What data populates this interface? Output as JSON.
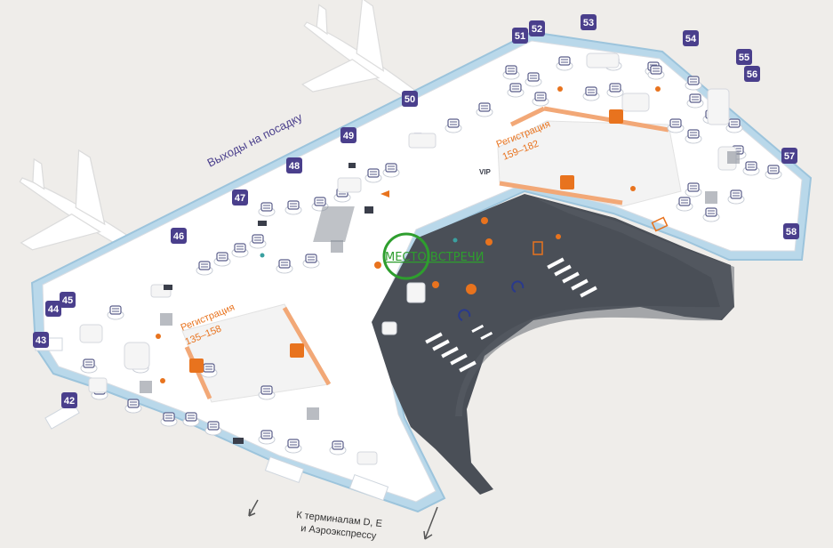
{
  "map": {
    "boarding_title": "Выходы на посадку",
    "gates": [
      "42",
      "43",
      "44",
      "45",
      "46",
      "47",
      "48",
      "49",
      "50",
      "51",
      "52",
      "53",
      "54",
      "55",
      "56",
      "57",
      "58"
    ],
    "checkin_left": {
      "title": "Регистрация",
      "range": "135–158"
    },
    "checkin_right": {
      "title": "Регистрация",
      "range": "159–182"
    },
    "meeting_point": "МЕСТО ВСТРЕЧИ",
    "transfer_line1": "К терминалам D, E",
    "transfer_line2": "и Аэроэкспрессу",
    "vip_label": "VIP",
    "colors": {
      "gate": "#4a3f8c",
      "accent": "#e8731e",
      "floor": "#ffffff",
      "apron": "#4a4f57",
      "meeting": "#2e9e2e",
      "glass": "#b9d8ea"
    },
    "icons": [
      "plane-icon",
      "gate-badge-icon",
      "seating-icon",
      "shop-icon",
      "toilet-icon",
      "elevator-icon",
      "escalator-icon",
      "info-icon",
      "baggage-icon",
      "cafe-icon",
      "arrow-down-icon"
    ]
  }
}
